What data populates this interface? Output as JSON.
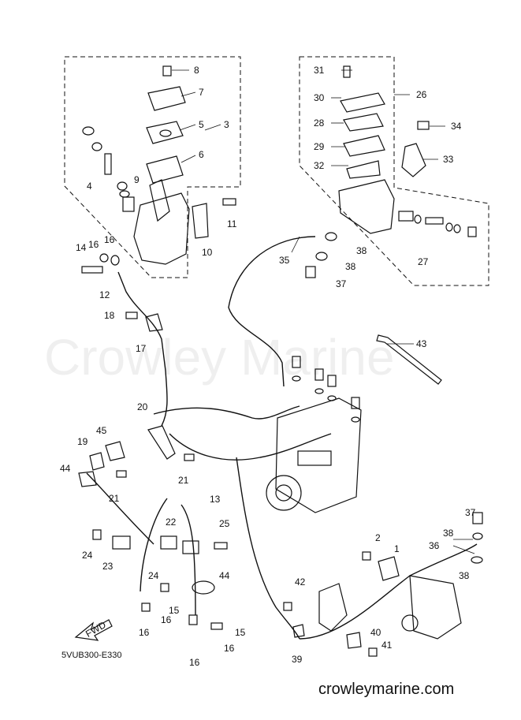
{
  "watermark": "Crowley Marine",
  "diagram_code": "5VUB300-E330",
  "site_url": "crowleymarine.com",
  "fwd_label": "FWD",
  "callouts": {
    "c1": "1",
    "c2": "2",
    "c3": "3",
    "c4": "4",
    "c5": "5",
    "c6": "6",
    "c7": "7",
    "c8": "8",
    "c9": "9",
    "c10": "10",
    "c11": "11",
    "c12": "12",
    "c13": "13",
    "c14": "14",
    "c15a": "15",
    "c15b": "15",
    "c16a": "16",
    "c16b": "16",
    "c16c": "16",
    "c16d": "16",
    "c16e": "16",
    "c16f": "16",
    "c17": "17",
    "c18": "18",
    "c19": "19",
    "c20": "20",
    "c21a": "21",
    "c21b": "21",
    "c22": "22",
    "c23": "23",
    "c24a": "24",
    "c24b": "24",
    "c25": "25",
    "c26": "26",
    "c27": "27",
    "c28": "28",
    "c29": "29",
    "c30": "30",
    "c31": "31",
    "c32": "32",
    "c33": "33",
    "c34": "34",
    "c35": "35",
    "c36": "36",
    "c37a": "37",
    "c37b": "37",
    "c38a": "38",
    "c38b": "38",
    "c38c": "38",
    "c38d": "38",
    "c39": "39",
    "c40": "40",
    "c41": "41",
    "c42": "42",
    "c43": "43",
    "c44a": "44",
    "c44b": "44",
    "c45": "45"
  }
}
